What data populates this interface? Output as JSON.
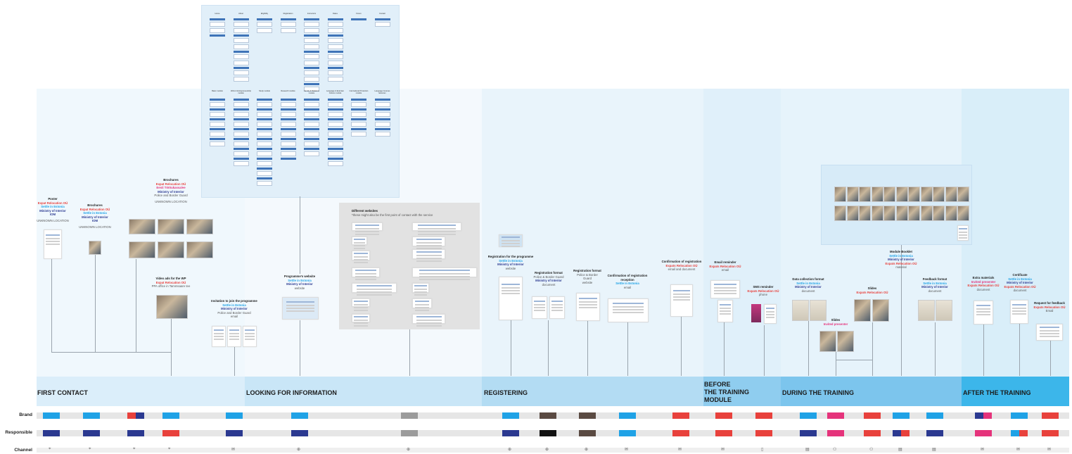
{
  "stages": [
    {
      "id": "first_contact",
      "label": "FIRST CONTACT"
    },
    {
      "id": "looking",
      "label": "LOOKING FOR INFORMATION"
    },
    {
      "id": "registering",
      "label": "REGISTERING"
    },
    {
      "id": "before",
      "label": "BEFORE\nTHE TRAINING\nMODULE"
    },
    {
      "id": "during",
      "label": "DURING THE TRAINING"
    },
    {
      "id": "after",
      "label": "AFTER THE TRAINING"
    }
  ],
  "rows": {
    "brand": "Brand",
    "responsible": "Responsible",
    "channel": "Channel"
  },
  "website_map": {
    "top_headers": [
      "Home",
      "About",
      "Eligibility",
      "Registration",
      "Instructors",
      "Dates",
      "Forum",
      "Contact"
    ],
    "bottom_headers": [
      "Basic module",
      "Work & Entrepreneurship module",
      "Study module",
      "Research module",
      "Family & Relations module",
      "Language & Estonian Culture module",
      "International Protection module",
      "Language Courses Estonian"
    ]
  },
  "poster": {
    "title": "Poster",
    "l1": "Expat Relocation OÜ",
    "l2": "Settle in Estonia",
    "l3": "Ministry of Interior",
    "l4": "IOM",
    "loc": "UNKNOWN LOCATION"
  },
  "brochures1": {
    "title": "Brochures",
    "l1": "Expat Relocation OÜ",
    "l2": "Settle in Estonia",
    "l3": "Ministry of Interior",
    "l4": "IOM",
    "loc": "UNKNOWN LOCATION"
  },
  "brochures2": {
    "title": "Brochures",
    "l1": "Expat Relocation OÜ",
    "l2": "Eesti Töötukassa/ee",
    "l3": "Ministry of Interior",
    "l4": "Police and Border Guard",
    "loc": "UNKNOWN LOCATION"
  },
  "video": {
    "title": "Video ads for the WP",
    "l1": "Expat Relocation OÜ",
    "l2": "PPA office in Tammsaare tee"
  },
  "invitation": {
    "title": "Invitation to join the programme",
    "l1": "Settle in Estonia",
    "l2": "Ministry of Interior",
    "l3": "Police and Border Guard",
    "ch": "email"
  },
  "programme_site": {
    "title": "Programme's website",
    "l1": "Settle in Estonia",
    "l2": "Ministry of Interior",
    "ch": "website"
  },
  "diff_sites": {
    "title": "Different websites",
    "note": "*these might also be the first point of contact with the service"
  },
  "reg_programme": {
    "title": "Registration for the programme",
    "l1": "Settle in Estonia",
    "l2": "Ministry of Interior",
    "ch": "website"
  },
  "reg_format1": {
    "title": "Registration format",
    "l1": "Police & Border Guard",
    "l2": "Ministry of Interior",
    "ch": "document"
  },
  "reg_format2": {
    "title": "Registration format",
    "l1": "Police & Border",
    "l2": "Guard",
    "ch": "website"
  },
  "reg_confirm1": {
    "title": "Confirmation of registration reception",
    "l1": "Settle in Estonia",
    "ch": "email"
  },
  "reg_confirm2": {
    "title": "Confirmation of registration",
    "l1": "Expats Relocation OÜ",
    "ch": "email and document"
  },
  "email_reminder": {
    "title": "Email reminder",
    "l1": "Expats Relocation OÜ",
    "ch": "email"
  },
  "sms_reminder": {
    "title": "SMS reminder",
    "l1": "Expats Relocation OÜ",
    "ch": "phone"
  },
  "data_collection": {
    "title": "Data collection format",
    "l1": "Settle in Estonia",
    "l2": "Ministry of Interior",
    "ch": "document"
  },
  "slides1": {
    "title": "Slides",
    "l1": "Invited presenter"
  },
  "slides2": {
    "title": "Slides",
    "l1": "Expats Relocation OÜ"
  },
  "module_booklet": {
    "title": "Module Booklet",
    "l1": "Settle in Estonia",
    "l2": "Ministry of Interior",
    "l3": "Expats Relocation OÜ",
    "ch": "material"
  },
  "feedback_format": {
    "title": "Feedback format",
    "l1": "Settle in Estonia",
    "l2": "Ministry of Interior",
    "ch": "document"
  },
  "extra_materials": {
    "title": "Extra materials",
    "l1": "Invited presenter",
    "l2": "Expats Relocation OÜ",
    "ch": "document"
  },
  "certificate": {
    "title": "Certificate",
    "l1": "Settle in Estonia",
    "l2": "Ministry of Interior",
    "l3": "Expats Relocation OÜ",
    "ch": "document"
  },
  "request_feedback": {
    "title": "Request for feedback",
    "l1": "Expats Relocation OÜ",
    "ch": "Email"
  },
  "colors": {
    "sky": "#1fa2e6",
    "navy": "#2b3990",
    "red": "#e8413c",
    "pink": "#e5337b",
    "grey": "#9b9b9b",
    "brown": "#5a4a42",
    "black": "#111111",
    "stage_bg": "#e6f3fb",
    "stage_header": "#3cb6ea"
  },
  "channel_icons": [
    "location-icon",
    "email-icon",
    "web-icon",
    "document-icon",
    "phone-icon",
    "people-icon"
  ]
}
